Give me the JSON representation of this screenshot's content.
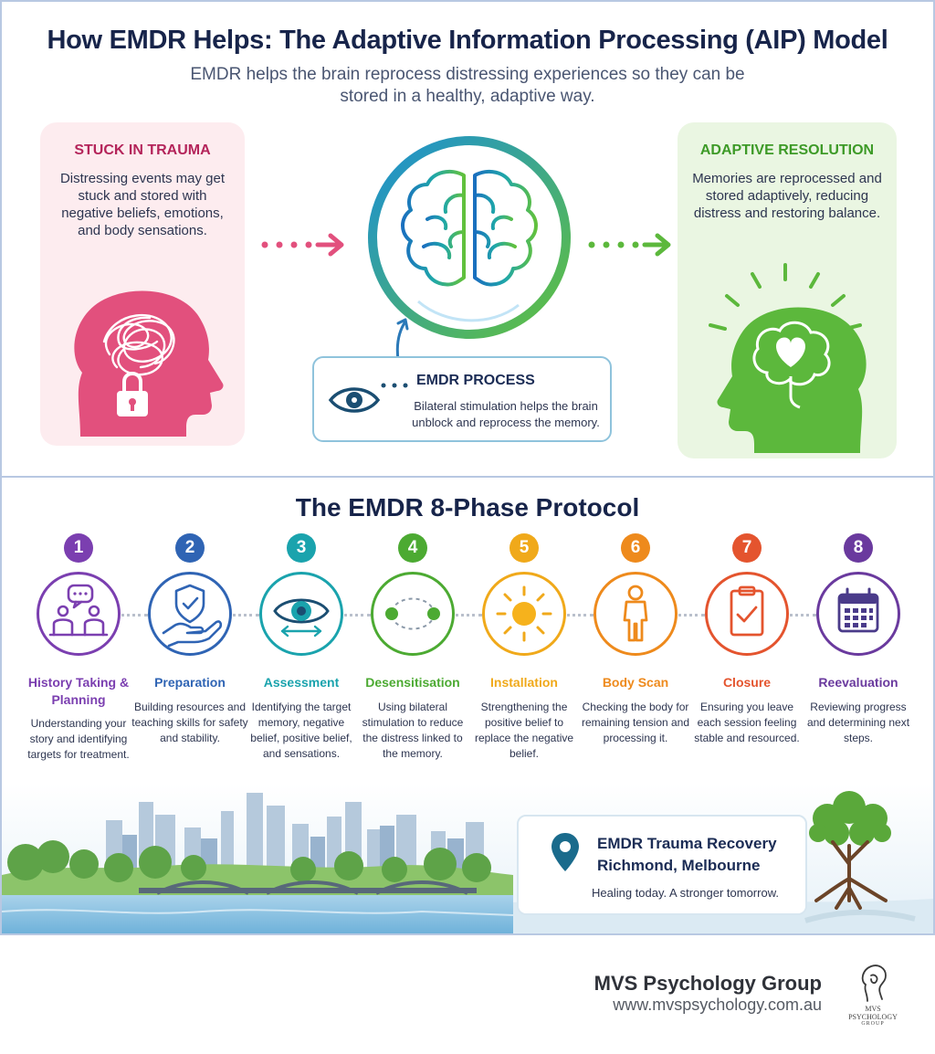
{
  "header": {
    "title": "How EMDR Helps: The Adaptive Information Processing (AIP) Model",
    "subtitle": "EMDR helps the brain reprocess distressing experiences so they can be stored in a healthy, adaptive way."
  },
  "left_card": {
    "title": "STUCK IN TRAUMA",
    "text": "Distressing events may get stuck and stored with negative beliefs, emotions, and body sensations.",
    "icons": [
      "tangled-head-icon",
      "padlock-icon"
    ],
    "color": "#e2507d"
  },
  "right_card": {
    "title": "ADAPTIVE RESOLUTION",
    "text": "Memories are reprocessed and stored adaptively, reducing distress and restoring balance.",
    "icons": [
      "heart-head-icon"
    ],
    "color": "#5cb83c"
  },
  "process": {
    "title": "EMDR PROCESS",
    "text": "Bilateral stimulation helps the brain unblock and reprocess the memory.",
    "icon": "eye-icon"
  },
  "protocol": {
    "title": "The EMDR 8-Phase Protocol",
    "phases": [
      {
        "num": "1",
        "title": "History Taking & Planning",
        "desc": "Understanding your story and identifying targets for treatment.",
        "color": "#7b3fb0",
        "icon": "conversation-icon"
      },
      {
        "num": "2",
        "title": "Preparation",
        "desc": "Building resources and teaching skills for safety and stability.",
        "color": "#2f64b4",
        "icon": "shield-hand-icon"
      },
      {
        "num": "3",
        "title": "Assessment",
        "desc": "Identifying the target memory, negative belief, positive belief, and sensations.",
        "color": "#1aa3ad",
        "icon": "eye-arrows-icon"
      },
      {
        "num": "4",
        "title": "Desensitisation",
        "desc": "Using bilateral stimulation to reduce the distress linked to the memory.",
        "color": "#4caa32",
        "icon": "bilateral-dots-icon"
      },
      {
        "num": "5",
        "title": "Installation",
        "desc": "Strengthening the positive belief to replace the negative belief.",
        "color": "#f0a91a",
        "icon": "sun-icon"
      },
      {
        "num": "6",
        "title": "Body Scan",
        "desc": "Checking the body for remaining tension and processing it.",
        "color": "#ee8a1c",
        "icon": "body-icon"
      },
      {
        "num": "7",
        "title": "Closure",
        "desc": "Ensuring you leave each session feeling stable and resourced.",
        "color": "#e4542e",
        "icon": "clipboard-check-icon"
      },
      {
        "num": "8",
        "title": "Reevaluation",
        "desc": "Reviewing progress and determining next steps.",
        "color": "#6a3a9e",
        "icon": "calendar-icon"
      }
    ]
  },
  "location": {
    "title_line1": "EMDR Trauma Recovery",
    "title_line2": "Richmond, Melbourne",
    "tagline": "Healing today. A stronger tomorrow.",
    "icon": "map-pin-icon"
  },
  "brand": {
    "name": "MVS Psychology Group",
    "url": "www.mvspsychology.com.au",
    "logo_line1": "MVS",
    "logo_line2": "PSYCHOLOGY",
    "logo_line3": "GROUP"
  }
}
